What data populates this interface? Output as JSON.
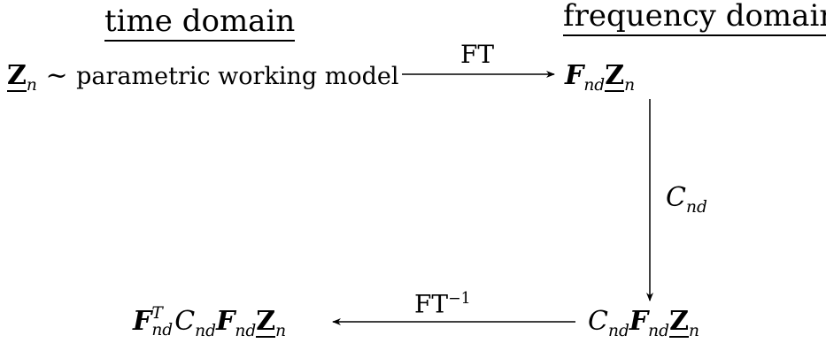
{
  "headings": {
    "time_domain": "time domain",
    "frequency_domain": "frequency domain"
  },
  "nodes": {
    "top_left": {
      "symbol": "Z",
      "subscript": "n",
      "relation": "~",
      "text": "parametric working model"
    },
    "top_right": {
      "F": "F",
      "F_sub": "nd",
      "Z": "Z",
      "Z_sub": "n"
    },
    "bottom_right": {
      "C": "C",
      "C_sub": "nd",
      "F": "F",
      "F_sub": "nd",
      "Z": "Z",
      "Z_sub": "n"
    },
    "bottom_left": {
      "F": "F",
      "F_sup": "T",
      "F_sub": "nd",
      "C": "C",
      "C_sub": "nd",
      "F2": "F",
      "F2_sub": "nd",
      "Z": "Z",
      "Z_sub": "n"
    }
  },
  "arrows": {
    "top": {
      "label": "FT"
    },
    "right": {
      "label_main": "C",
      "label_sub": "nd"
    },
    "bottom": {
      "label_main": "FT",
      "label_sup": "−1"
    }
  },
  "colors": {
    "ink": "#000000",
    "background": "#ffffff"
  }
}
